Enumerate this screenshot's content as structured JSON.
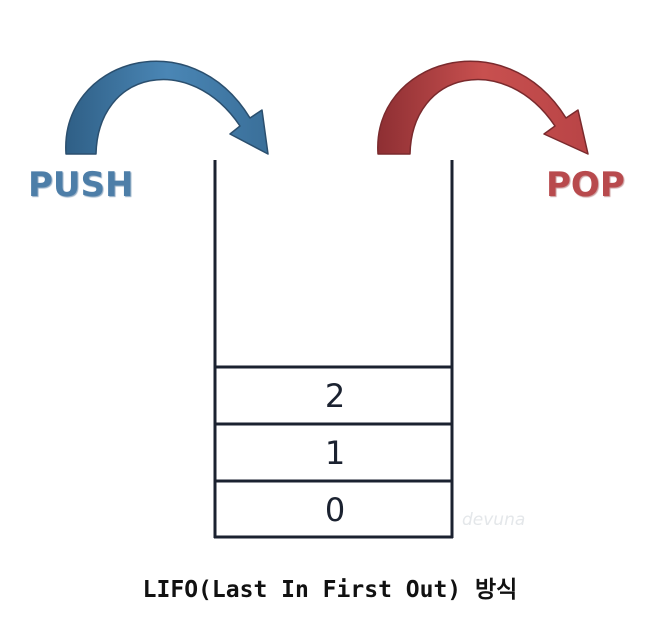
{
  "labels": {
    "push": "PUSH",
    "pop": "POP"
  },
  "stack": {
    "cells_top_to_bottom": [
      "2",
      "1",
      "0"
    ]
  },
  "watermark": "devuna",
  "caption": "LIFO(Last In First Out) 방식",
  "colors": {
    "push": "#4d7ea8",
    "pop": "#b84a4d",
    "stroke": "#1b2230"
  }
}
